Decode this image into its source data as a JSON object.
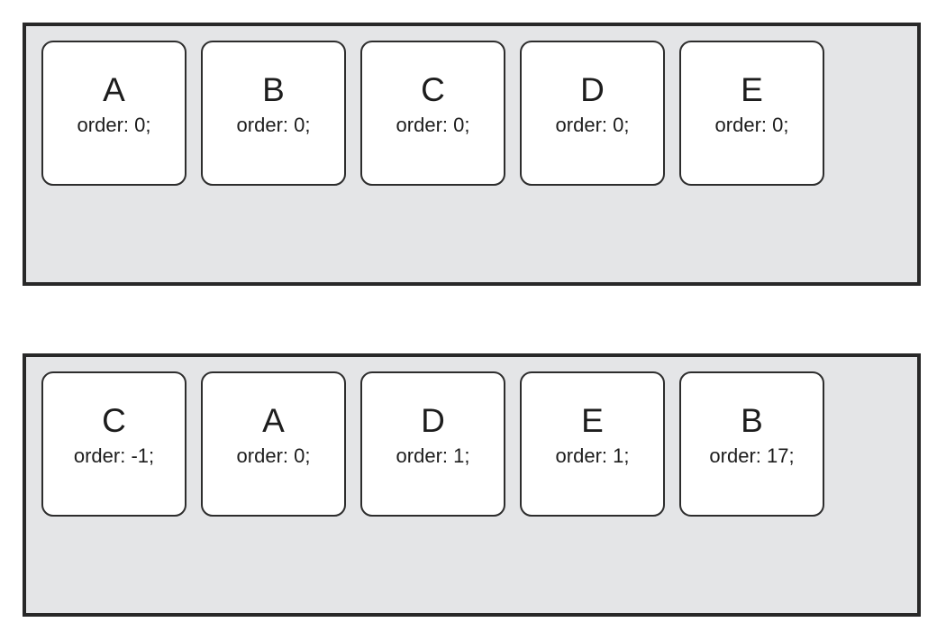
{
  "diagram": {
    "title": "CSS flexbox order property illustration",
    "colors": {
      "container_background": "#e4e5e7",
      "container_border": "#282828",
      "item_background": "#ffffff",
      "item_border": "#2d2d2d",
      "text": "#1d1d1d",
      "page_background": "#ffffff"
    },
    "containers": [
      {
        "name": "source-order-container",
        "items": [
          {
            "letter": "A",
            "order": "order: 0;"
          },
          {
            "letter": "B",
            "order": "order: 0;"
          },
          {
            "letter": "C",
            "order": "order: 0;"
          },
          {
            "letter": "D",
            "order": "order: 0;"
          },
          {
            "letter": "E",
            "order": "order: 0;"
          }
        ]
      },
      {
        "name": "reordered-container",
        "items": [
          {
            "letter": "C",
            "order": "order: -1;"
          },
          {
            "letter": "A",
            "order": "order: 0;"
          },
          {
            "letter": "D",
            "order": "order: 1;"
          },
          {
            "letter": "E",
            "order": "order: 1;"
          },
          {
            "letter": "B",
            "order": "order: 17;"
          }
        ]
      }
    ]
  }
}
